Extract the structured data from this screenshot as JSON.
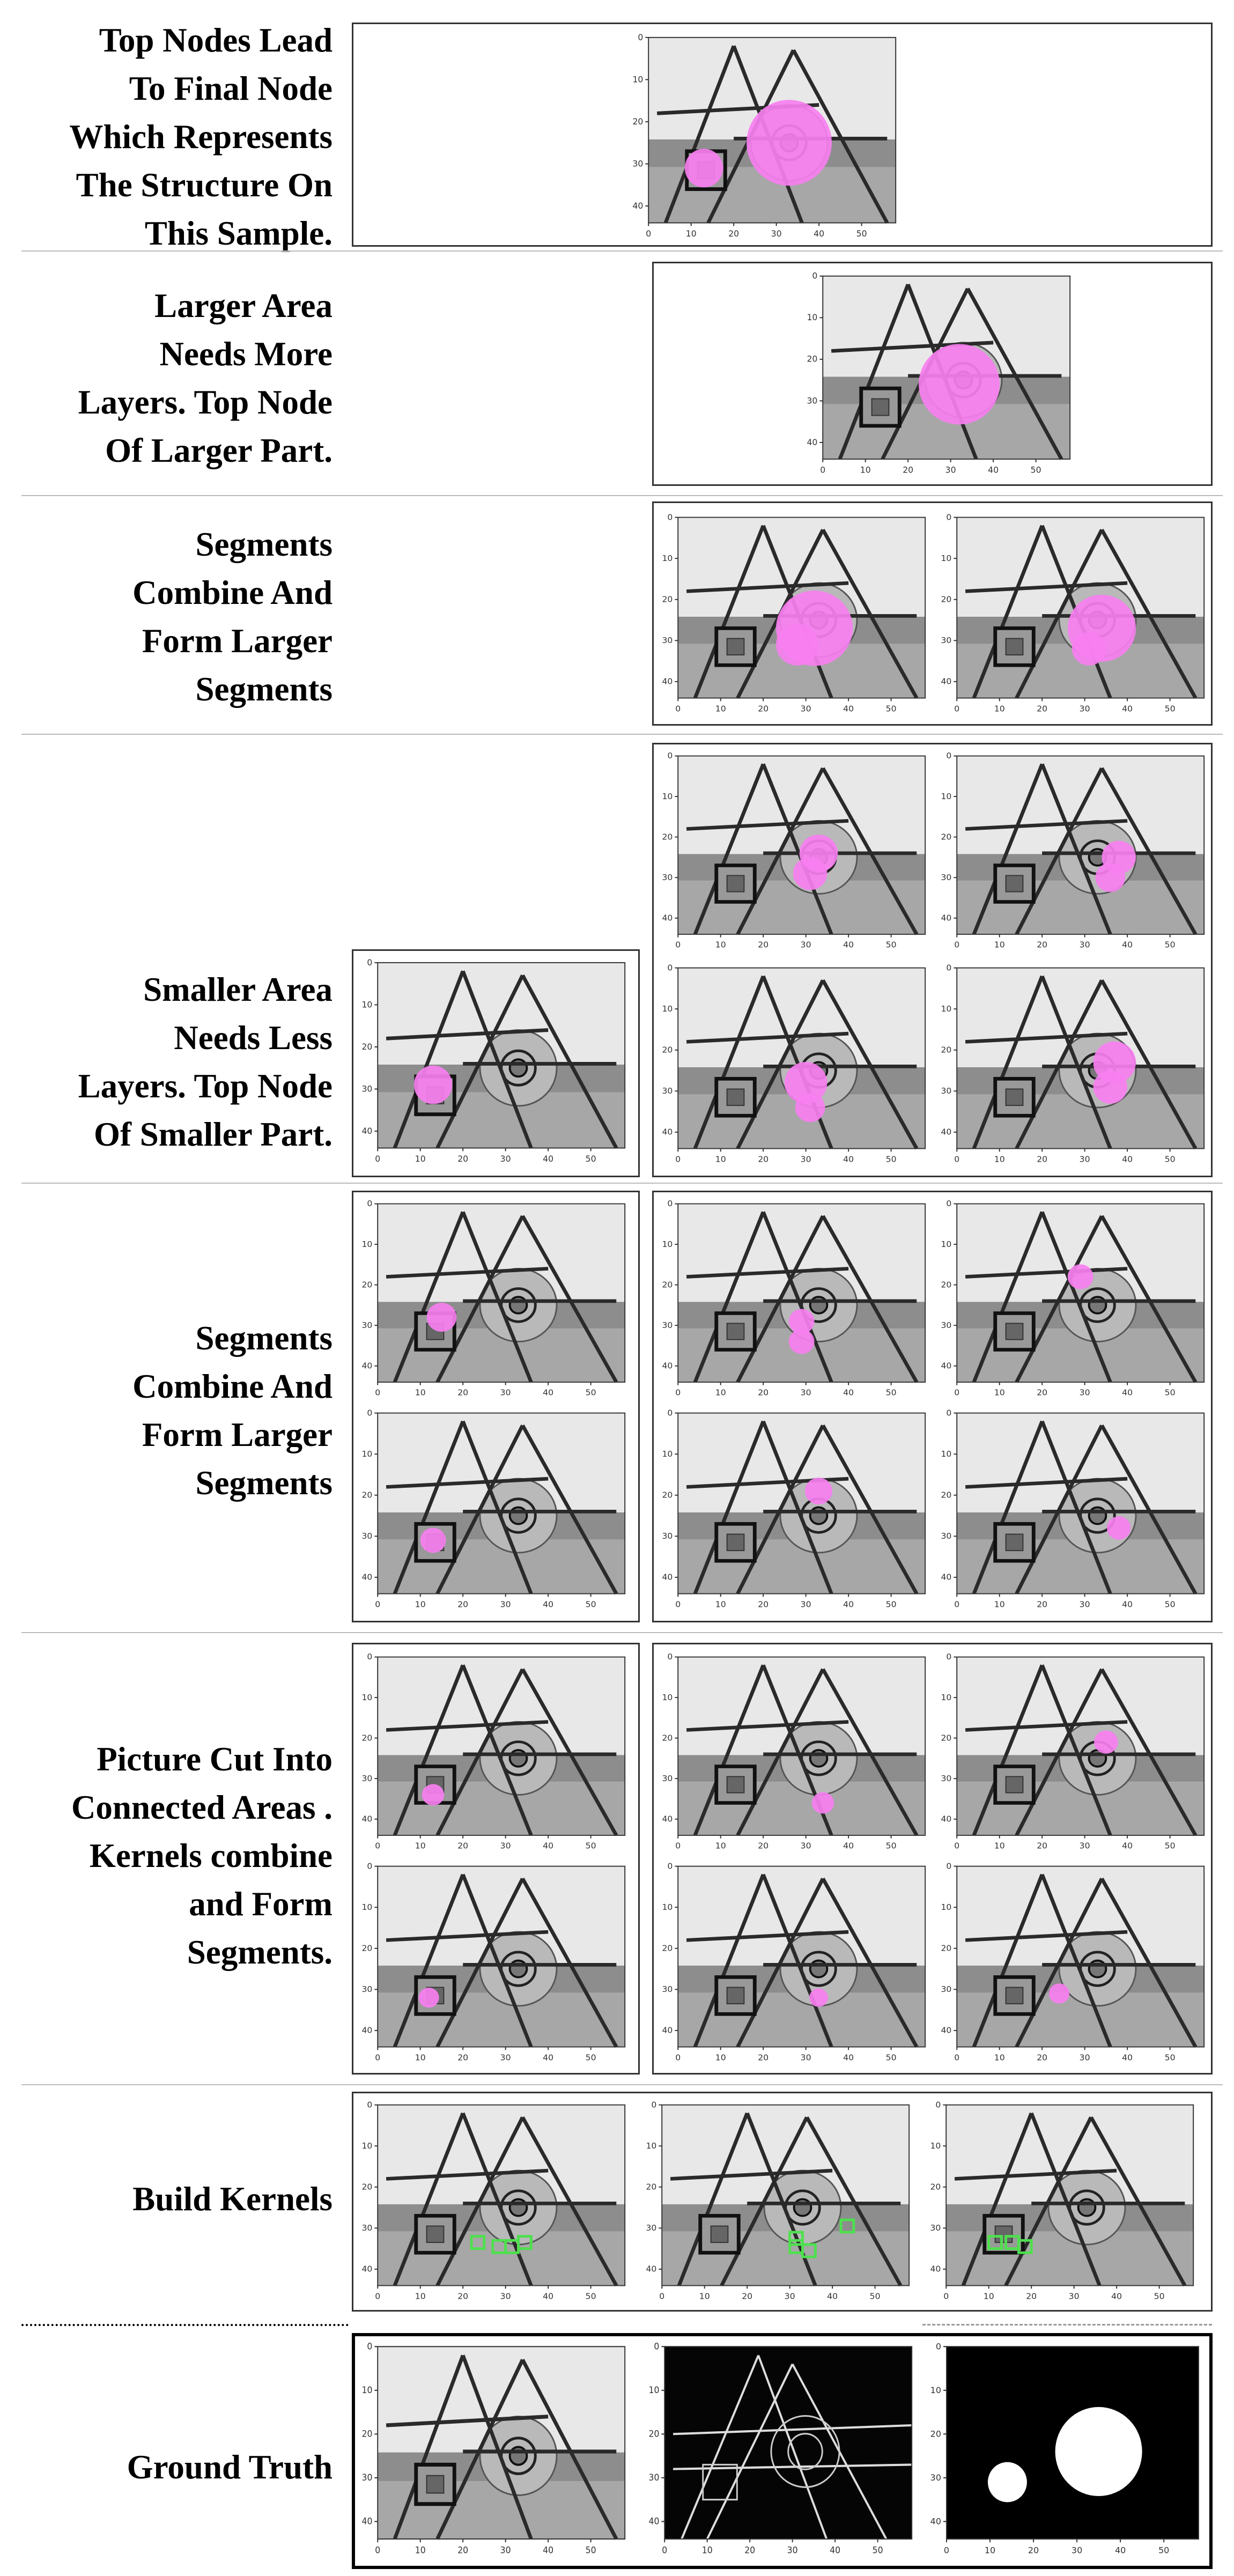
{
  "rows": [
    {
      "id": "top",
      "label_lines": [
        "Top Nodes Lead",
        "To Final Node",
        "Which Represents",
        "The Structure On",
        "This Sample."
      ]
    },
    {
      "id": "larger",
      "label_lines": [
        "Larger Area",
        "Needs More",
        "Layers. Top Node",
        "Of Larger Part."
      ]
    },
    {
      "id": "combine1",
      "label_lines": [
        "Segments",
        "Combine And",
        "Form Larger",
        "Segments"
      ]
    },
    {
      "id": "smaller",
      "label_lines": [
        "Smaller Area",
        "Needs Less",
        "Layers. Top Node",
        "Of Smaller Part."
      ]
    },
    {
      "id": "combine2",
      "label_lines": [
        "Segments",
        "Combine And",
        "Form Larger",
        "Segments"
      ]
    },
    {
      "id": "cut",
      "label_lines": [
        "Picture Cut Into",
        "Connected Areas .",
        "Kernels combine",
        "and Form",
        "Segments."
      ]
    },
    {
      "id": "kernels",
      "label_lines": [
        "Build Kernels"
      ]
    },
    {
      "id": "truth",
      "label_lines": [
        "Ground Truth"
      ]
    }
  ],
  "axes": {
    "x_ticks": [
      "0",
      "10",
      "20",
      "30",
      "40",
      "50"
    ],
    "y_ticks": [
      "0",
      "10",
      "20",
      "30",
      "40"
    ]
  },
  "colors": {
    "segment_overlay": "#f77ff0",
    "kernel_box": "#4ee04e",
    "frame": "#333333"
  }
}
